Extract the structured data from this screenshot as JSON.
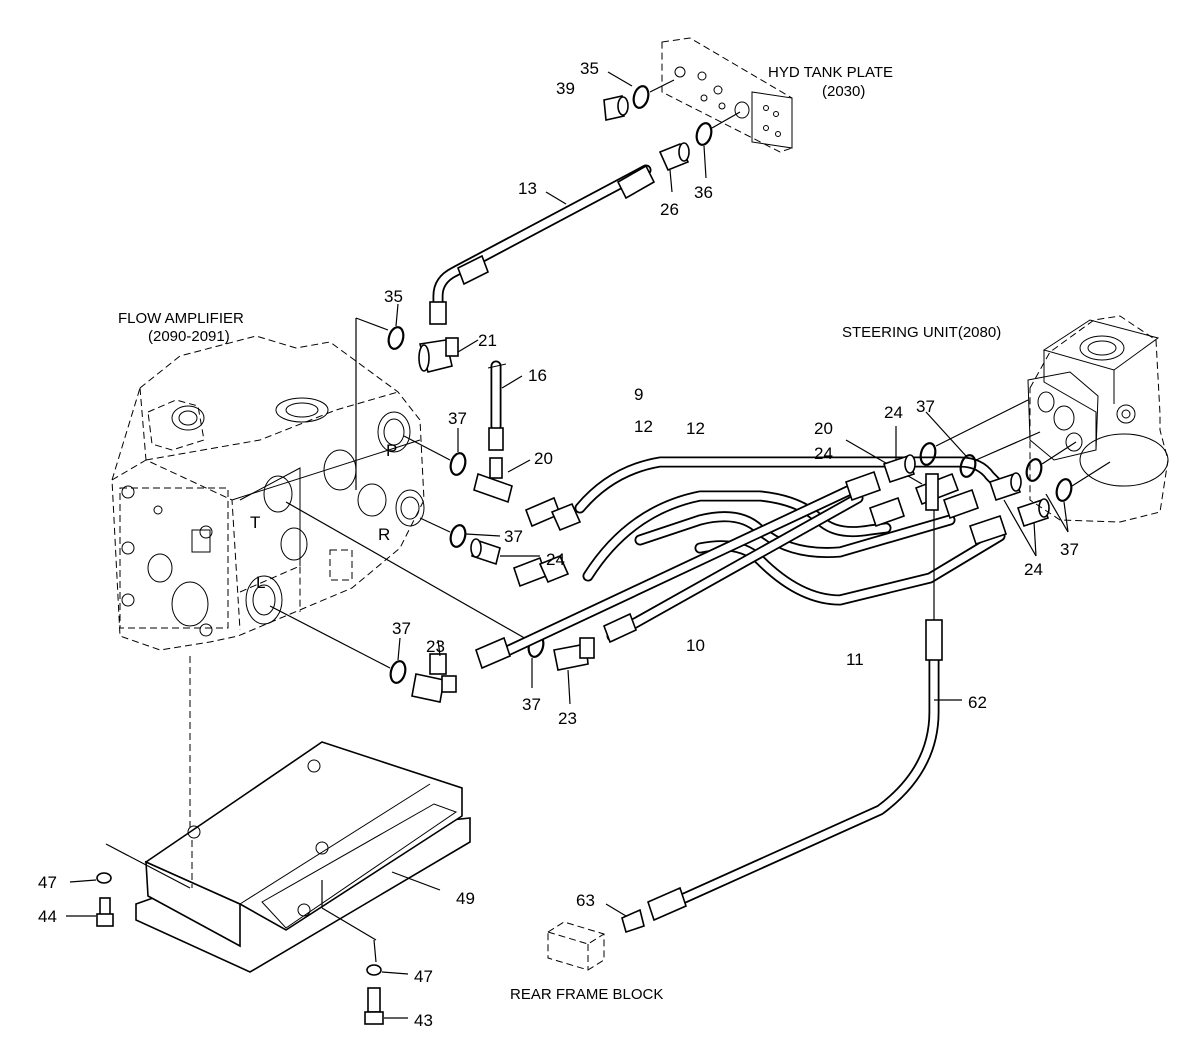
{
  "titles": {
    "hyd_tank_plate": "HYD TANK PLATE",
    "hyd_tank_plate_code": "(2030)",
    "flow_amplifier": "FLOW AMPLIFIER",
    "flow_amplifier_code": "(2090-2091)",
    "steering_unit": "STEERING UNIT(2080)",
    "rear_frame_block": "REAR FRAME BLOCK"
  },
  "port_letters": {
    "p": "P",
    "r": "R",
    "t": "T",
    "l": "L"
  },
  "callouts": [
    "35",
    "39",
    "36",
    "26",
    "13",
    "35",
    "21",
    "16",
    "37",
    "20",
    "9",
    "12",
    "12",
    "20",
    "24",
    "24",
    "37",
    "37",
    "24",
    "10",
    "11",
    "24",
    "37",
    "37",
    "23",
    "37",
    "23",
    "62",
    "63",
    "47",
    "44",
    "49",
    "47",
    "43"
  ]
}
